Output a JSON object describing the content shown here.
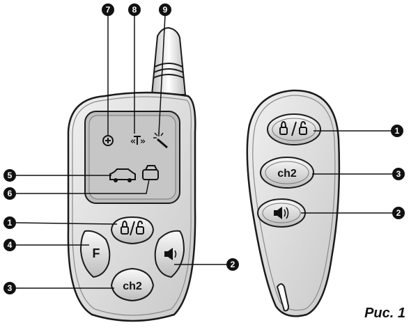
{
  "figure": {
    "caption": "Рис. 1"
  },
  "main_remote": {
    "buttons": {
      "lock": "lock-unlock",
      "f": "F",
      "ch2": "ch2",
      "sound": "speaker"
    },
    "display_icons": [
      "plus-icon",
      "antenna-icon",
      "flash-icon",
      "car-icon",
      "trunk-icon"
    ]
  },
  "small_remote": {
    "buttons": {
      "lock": "lock-unlock",
      "ch2": "ch2",
      "sound": "speaker"
    }
  },
  "markers": [
    {
      "id": "m1a",
      "label": "1"
    },
    {
      "id": "m1b",
      "label": "1"
    },
    {
      "id": "m2a",
      "label": "2"
    },
    {
      "id": "m2b",
      "label": "2"
    },
    {
      "id": "m3a",
      "label": "3"
    },
    {
      "id": "m3b",
      "label": "3"
    },
    {
      "id": "m4",
      "label": "4"
    },
    {
      "id": "m5",
      "label": "5"
    },
    {
      "id": "m6",
      "label": "6"
    },
    {
      "id": "m7",
      "label": "7"
    },
    {
      "id": "m8",
      "label": "8"
    },
    {
      "id": "m9",
      "label": "9"
    }
  ],
  "colors": {
    "body": "#d7d7d7",
    "outline": "#1b1b1b",
    "display": "#bdbdbd",
    "marker": "#111111"
  }
}
